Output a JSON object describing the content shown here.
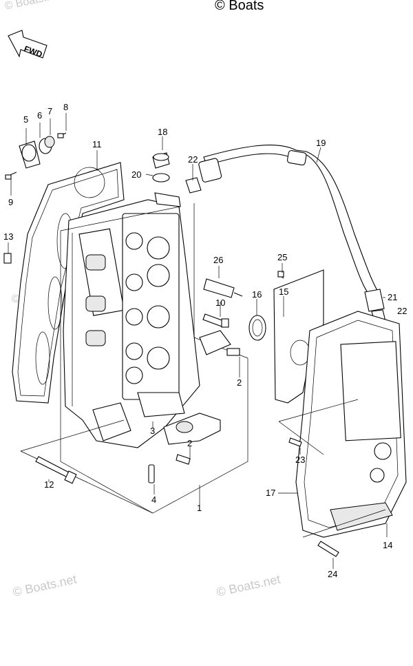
{
  "watermarks": [
    "© Boats.net",
    "© Boats",
    "© Boats.net",
    "© Boats.net",
    "© Boats.net"
  ],
  "fwd_label": "FWD",
  "callouts": [
    {
      "id": "1",
      "label": "1"
    },
    {
      "id": "2a",
      "label": "2"
    },
    {
      "id": "2b",
      "label": "2"
    },
    {
      "id": "3",
      "label": "3"
    },
    {
      "id": "4",
      "label": "4"
    },
    {
      "id": "5",
      "label": "5"
    },
    {
      "id": "6",
      "label": "6"
    },
    {
      "id": "7",
      "label": "7"
    },
    {
      "id": "8",
      "label": "8"
    },
    {
      "id": "9",
      "label": "9"
    },
    {
      "id": "10",
      "label": "10"
    },
    {
      "id": "11",
      "label": "11"
    },
    {
      "id": "12",
      "label": "12"
    },
    {
      "id": "13",
      "label": "13"
    },
    {
      "id": "14",
      "label": "14"
    },
    {
      "id": "15",
      "label": "15"
    },
    {
      "id": "16",
      "label": "16"
    },
    {
      "id": "17",
      "label": "17"
    },
    {
      "id": "18",
      "label": "18"
    },
    {
      "id": "19",
      "label": "19"
    },
    {
      "id": "20",
      "label": "20"
    },
    {
      "id": "21",
      "label": "21"
    },
    {
      "id": "22a",
      "label": "22"
    },
    {
      "id": "22b",
      "label": "22"
    },
    {
      "id": "23",
      "label": "23"
    },
    {
      "id": "24",
      "label": "24"
    },
    {
      "id": "25",
      "label": "25"
    },
    {
      "id": "26",
      "label": "26"
    }
  ]
}
